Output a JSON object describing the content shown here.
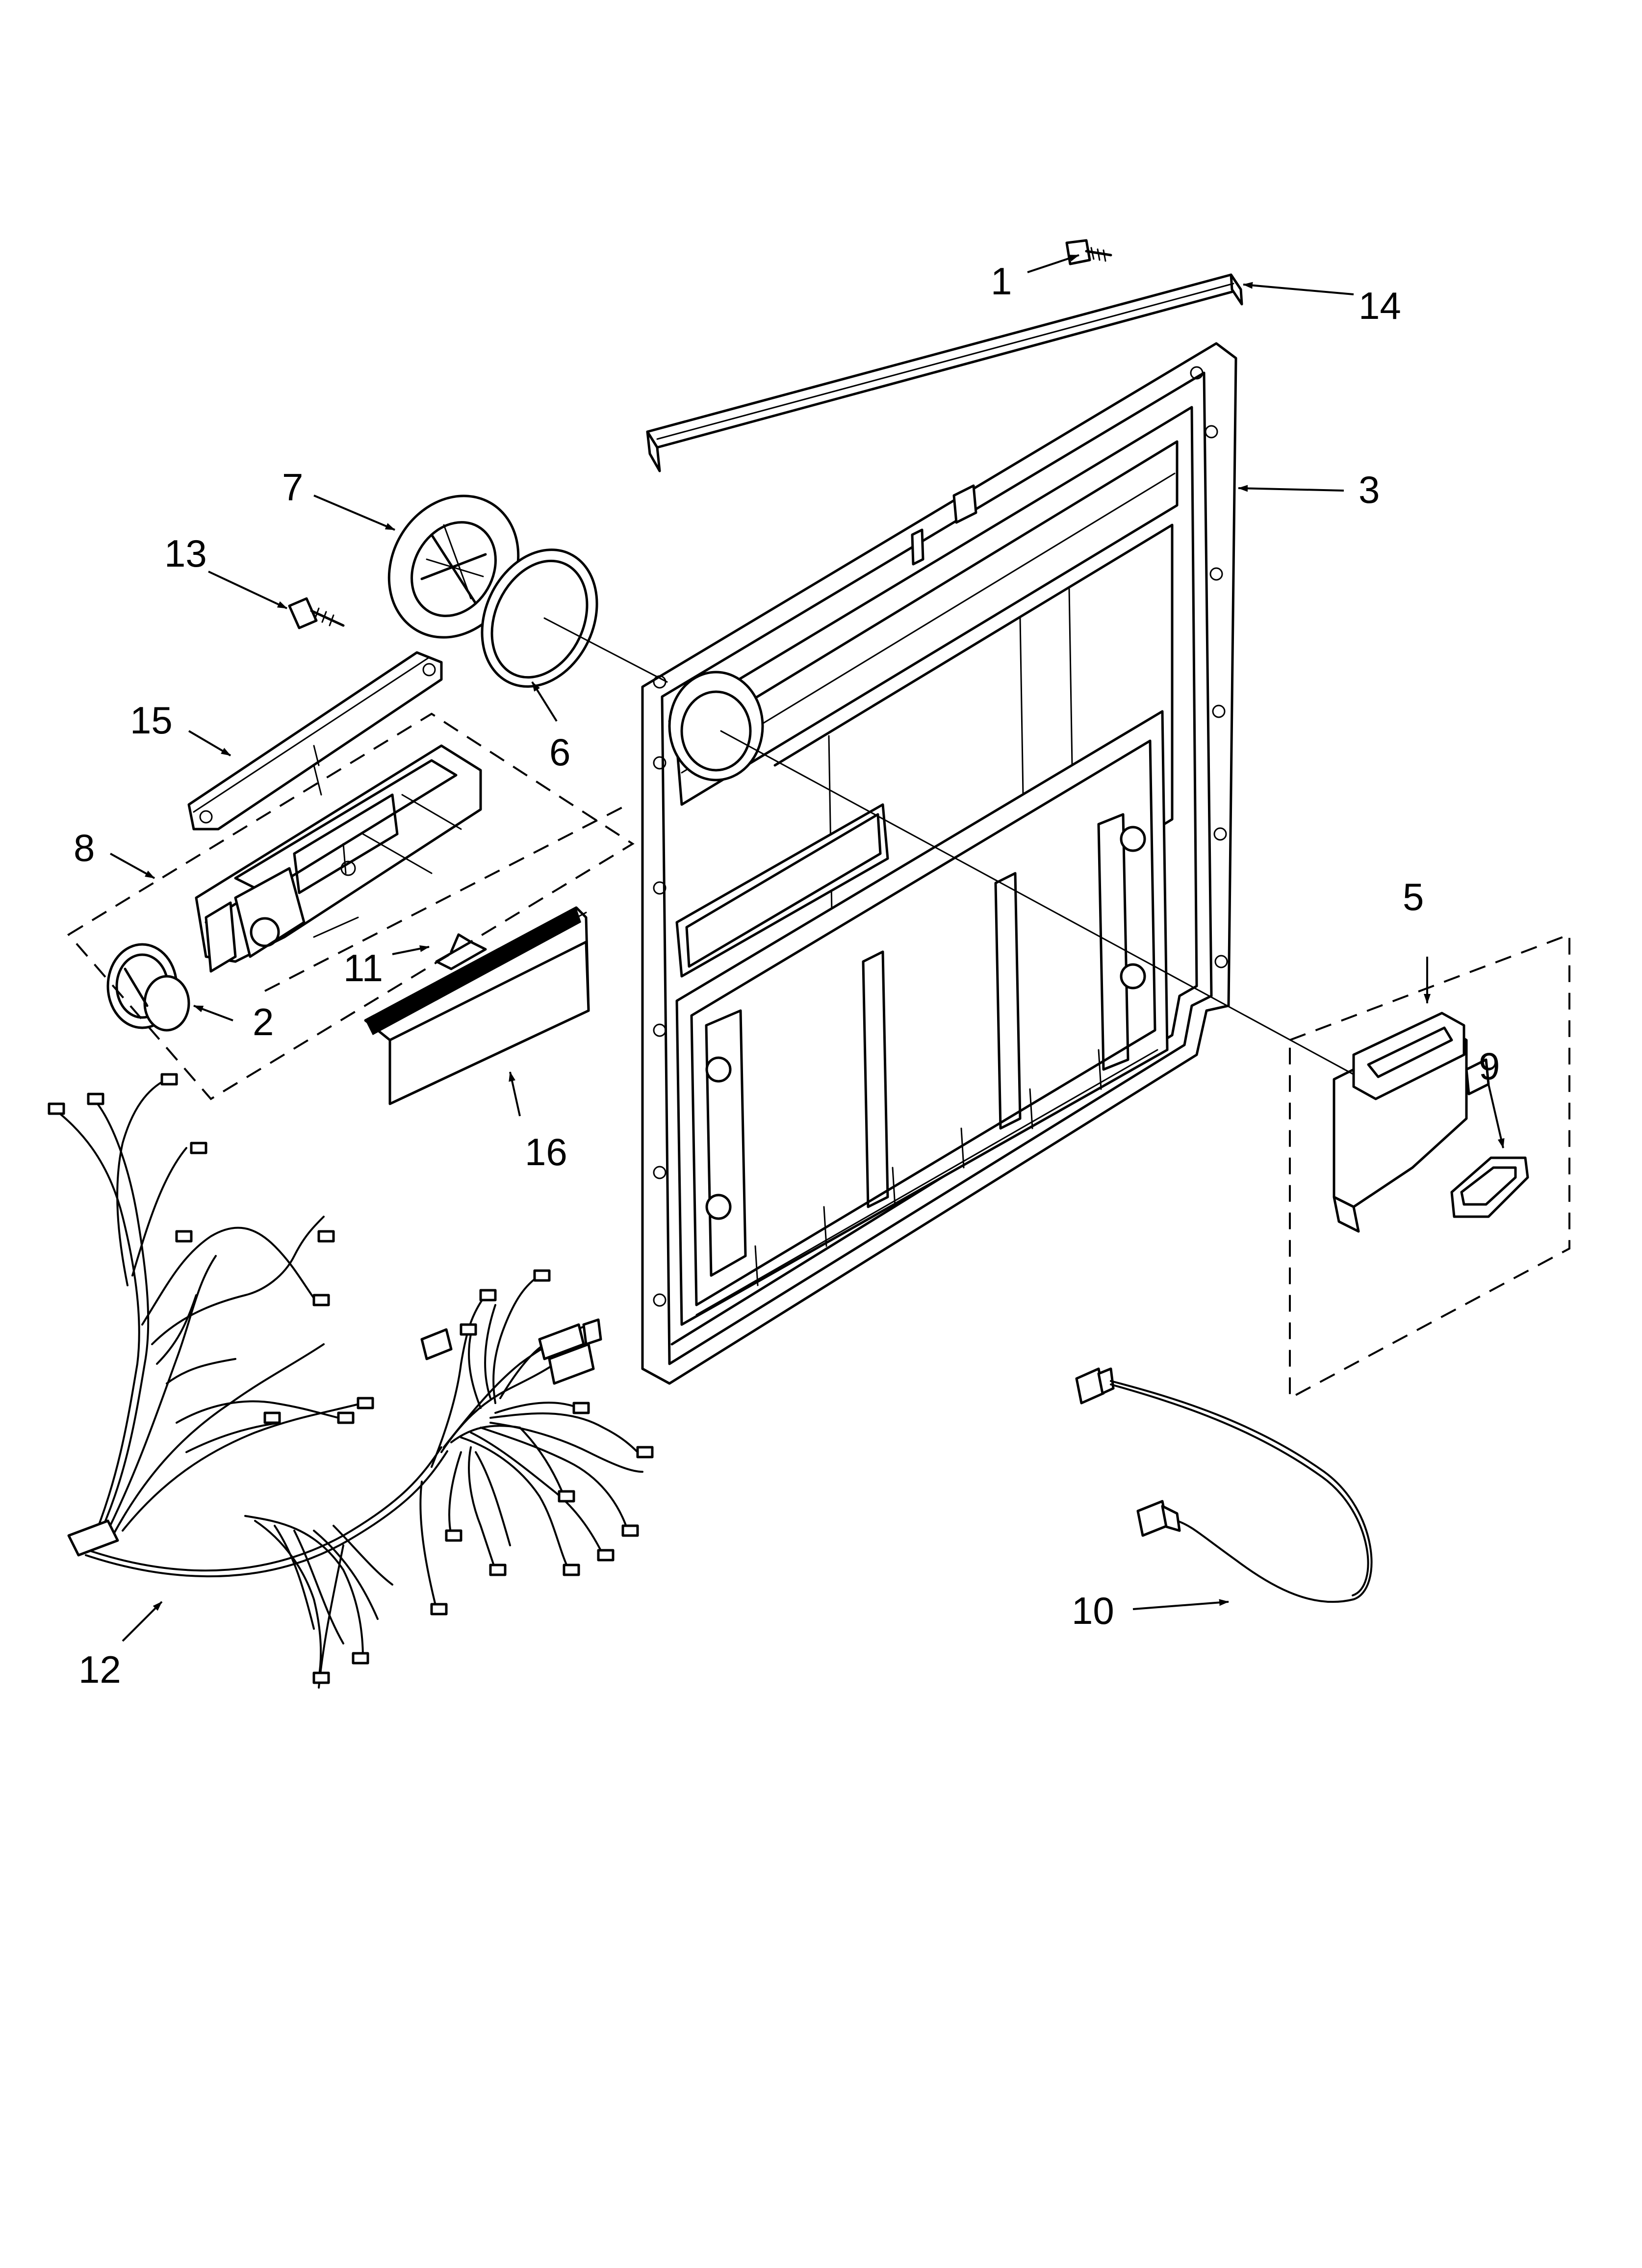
{
  "callouts": [
    {
      "id": "1",
      "label": "1"
    },
    {
      "id": "2",
      "label": "2"
    },
    {
      "id": "3",
      "label": "3"
    },
    {
      "id": "5",
      "label": "5"
    },
    {
      "id": "6",
      "label": "6"
    },
    {
      "id": "7",
      "label": "7"
    },
    {
      "id": "8",
      "label": "8"
    },
    {
      "id": "9",
      "label": "9"
    },
    {
      "id": "10",
      "label": "10"
    },
    {
      "id": "11",
      "label": "11"
    },
    {
      "id": "12",
      "label": "12"
    },
    {
      "id": "13",
      "label": "13"
    },
    {
      "id": "14",
      "label": "14"
    },
    {
      "id": "15",
      "label": "15"
    },
    {
      "id": "16",
      "label": "16"
    }
  ]
}
